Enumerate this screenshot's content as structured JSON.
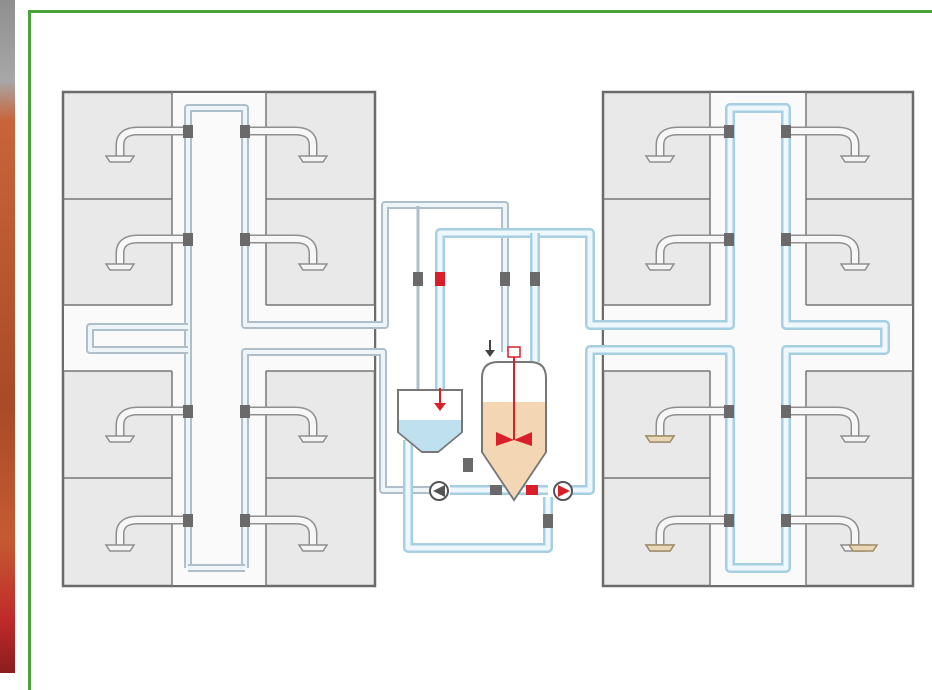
{
  "colors": {
    "frame_border": "#4aa23a",
    "room_fill": "#e9e9e9",
    "room_border": "#6b6b6b",
    "corridor_fill": "#fafafa",
    "pipe_outer": "#aacde0",
    "pipe_inner": "#f1f8fc",
    "valve": "#6a6a6a",
    "valve_active": "#d8202a",
    "water": "#bfe0ee",
    "liquid": "#f3d6b4",
    "arrow_red": "#d8202a",
    "fixture": "#f4f4f4",
    "fixture_active": "#e9d6b4"
  },
  "icons": {
    "left_block": "room-grid",
    "right_block": "room-grid",
    "water_tank": "open-tank",
    "process_tank": "conical-tank",
    "pumps": "pump-triangle",
    "valves": "inline-valve",
    "fixtures": "shower-head-pipe"
  }
}
